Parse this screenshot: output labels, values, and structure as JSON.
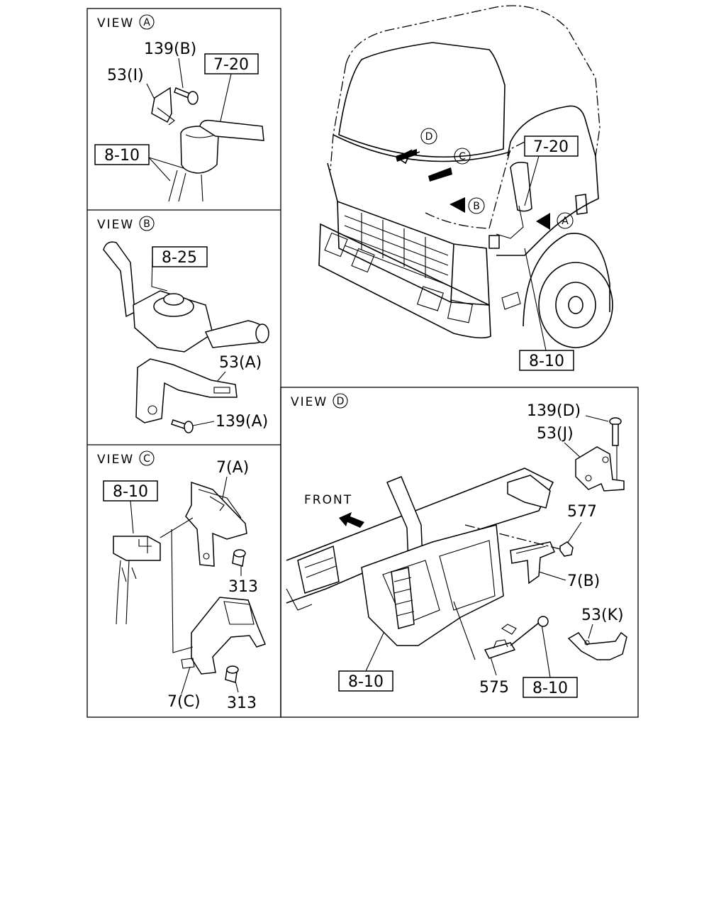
{
  "panels": {
    "view_a": {
      "view_word": "VIEW",
      "view_letter": "A",
      "labels": {
        "bolt": "139(B)",
        "bracket": "53(I)",
        "connector_box": "7-20",
        "harness_box": "8-10"
      }
    },
    "view_b": {
      "view_word": "VIEW",
      "view_letter": "B",
      "labels": {
        "switch_box": "8-25",
        "bracket": "53(A)",
        "bolt": "139(A)"
      }
    },
    "view_c": {
      "view_word": "VIEW",
      "view_letter": "C",
      "labels": {
        "harness_box": "8-10",
        "bracket_top": "7(A)",
        "bolt_top": "313",
        "bracket_bottom": "7(C)",
        "bolt_bottom": "313"
      }
    },
    "view_d": {
      "view_word": "VIEW",
      "view_letter": "D",
      "labels": {
        "front": "FRONT",
        "bolt": "139(D)",
        "bracket_j": "53(J)",
        "nut": "577",
        "bracket_b": "7(B)",
        "bracket_k": "53(K)",
        "harness_box_left": "8-10",
        "clip": "575",
        "harness_box_right": "8-10"
      }
    },
    "truck": {
      "arrow_letters": [
        "D",
        "C",
        "B",
        "A"
      ],
      "labels": {
        "connector_box": "7-20",
        "harness_box": "8-10"
      }
    }
  }
}
